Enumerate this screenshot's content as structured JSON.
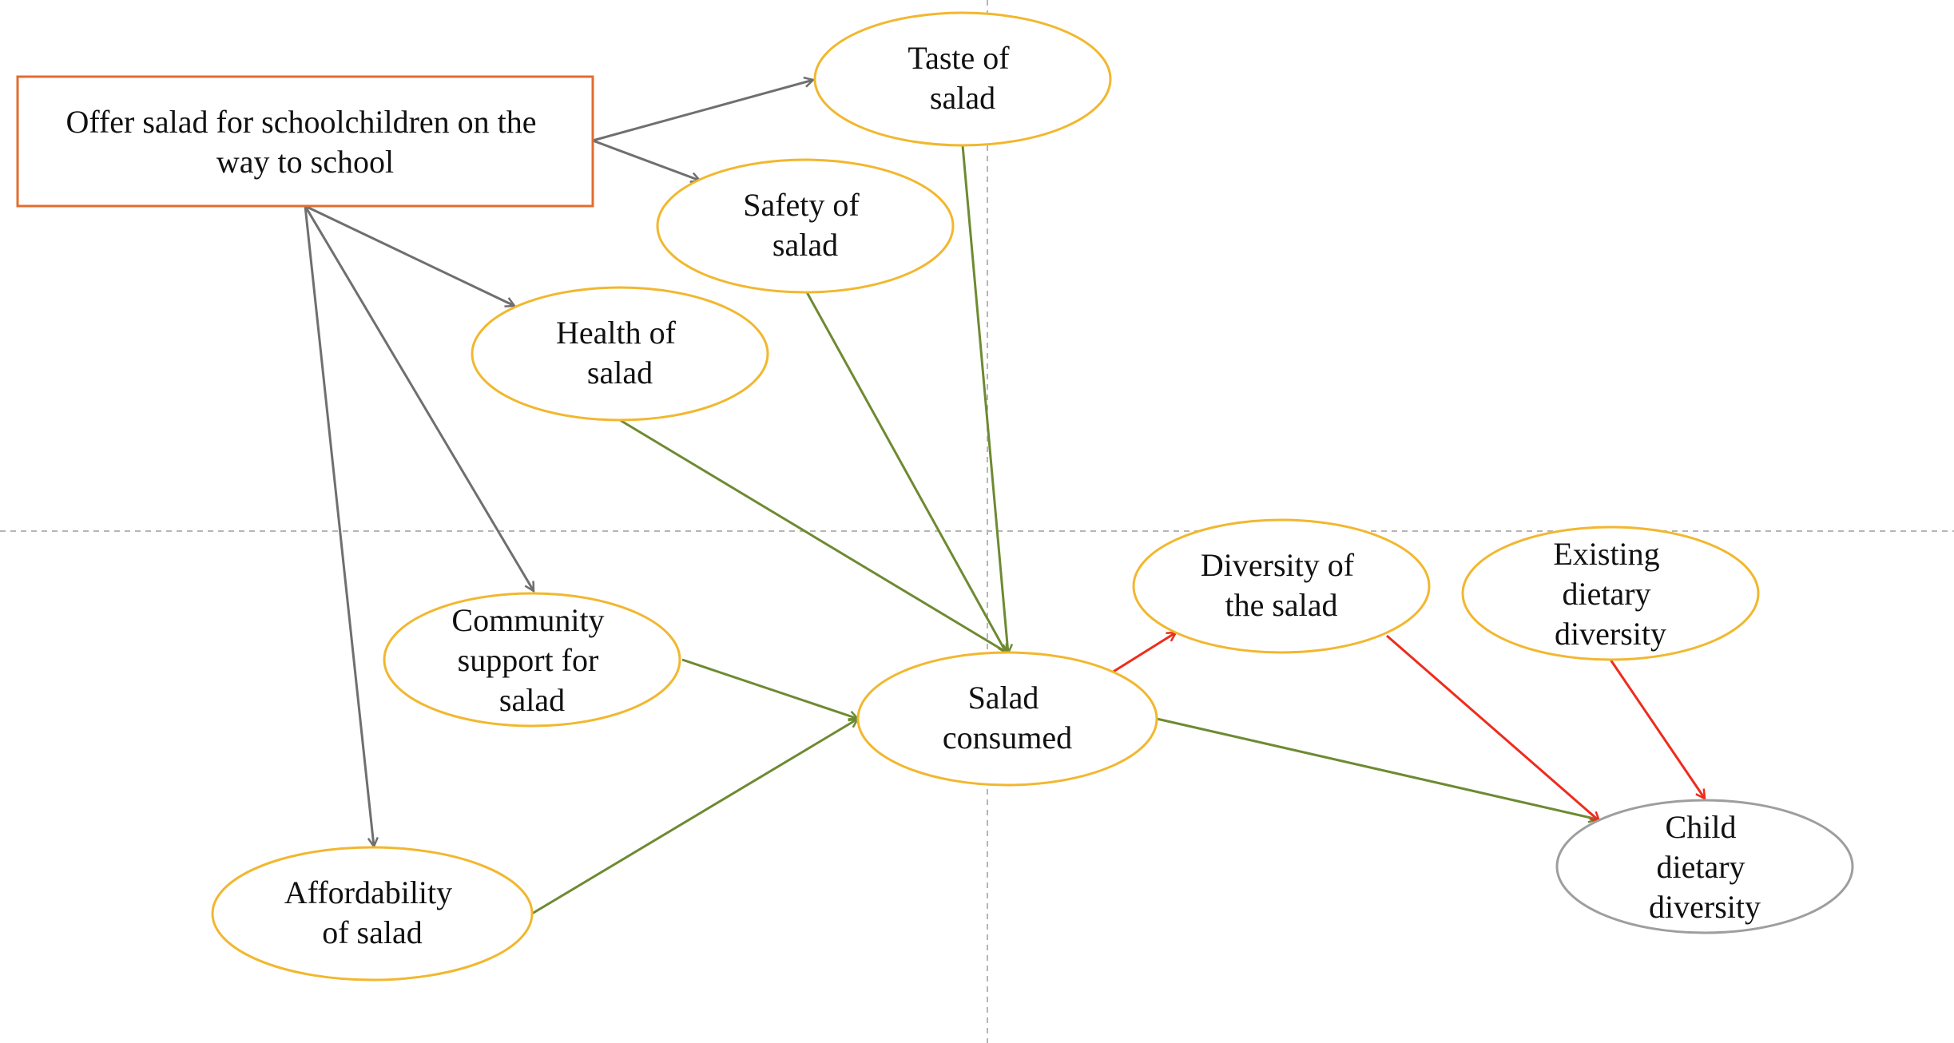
{
  "colors": {
    "start_box": "#e36c2f",
    "factor_ellipse": "#f2b72e",
    "outcome_ellipse": "#9e9e9e",
    "arrow_gray": "#6f6f6f",
    "arrow_green": "#6e8a32",
    "arrow_red": "#ee2c1c",
    "guide_dashed": "#b5b5b5"
  },
  "nodes": {
    "offer": {
      "lines": [
        "Offer salad for schoolchildren on the",
        "way to school"
      ]
    },
    "taste": {
      "lines": [
        "Taste of",
        "salad"
      ]
    },
    "safety": {
      "lines": [
        "Safety of",
        "salad"
      ]
    },
    "health": {
      "lines": [
        "Health of",
        "salad"
      ]
    },
    "community": {
      "lines": [
        "Community",
        "support for",
        "salad"
      ]
    },
    "affordability": {
      "lines": [
        "Affordability",
        "of salad"
      ]
    },
    "consumed": {
      "lines": [
        "Salad",
        "consumed"
      ]
    },
    "diversity": {
      "lines": [
        "Diversity of",
        "the salad"
      ]
    },
    "existing": {
      "lines": [
        "Existing",
        "dietary",
        "diversity"
      ]
    },
    "child": {
      "lines": [
        "Child",
        "dietary",
        "diversity"
      ]
    }
  }
}
